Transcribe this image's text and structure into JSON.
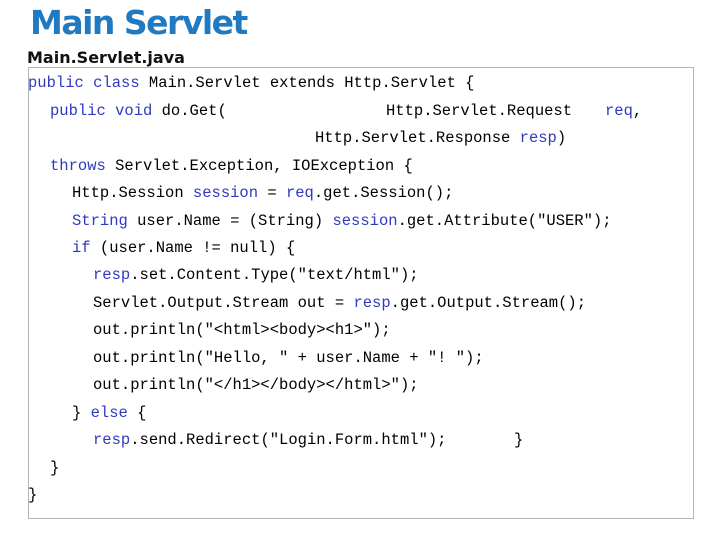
{
  "slide": {
    "title": "Main Servlet",
    "filename": "Main.Servlet.java"
  },
  "code": {
    "line1_a": "public class",
    "line1_b": " Main.Servlet extends Http.Servlet {",
    "line2_a": "public void",
    "line2_b": " do.Get(",
    "line2_c": "Http.Servlet.Request",
    "line2_d": "req",
    "line2_e": ",",
    "line3_a": "Http.Servlet.Response ",
    "line3_b": "resp",
    "line3_c": ")",
    "line4_a": "throws",
    "line4_b": " Servlet.Exception, IOException {",
    "line5_a": "Http.Session ",
    "line5_b": "session",
    "line5_c": " = ",
    "line5_d": "req",
    "line5_e": ".get.Session();",
    "line6_a": "String",
    "line6_b": " user.Name = (String) ",
    "line6_c": "session",
    "line6_d": ".get.Attribute(\"USER\");",
    "line7_a": "if",
    "line7_b": " (user.Name != null) {",
    "line8_a": "resp",
    "line8_b": ".set.Content.Type(\"text/html\");",
    "line9_a": "Servlet.Output.Stream out = ",
    "line9_b": "resp",
    "line9_c": ".get.Output.Stream();",
    "line10": "out.println(\"<html><body><h1>\");",
    "line11": "out.println(\"Hello, \" + user.Name + \"! \");",
    "line12": "out.println(\"</h1></body></html>\");",
    "line13_a": "} ",
    "line13_b": "else",
    "line13_c": " {",
    "line14_a": "resp",
    "line14_b": ".send.Redirect(\"Login.Form.html\");",
    "line14_c": "}",
    "line15": "}",
    "line16": "}"
  }
}
